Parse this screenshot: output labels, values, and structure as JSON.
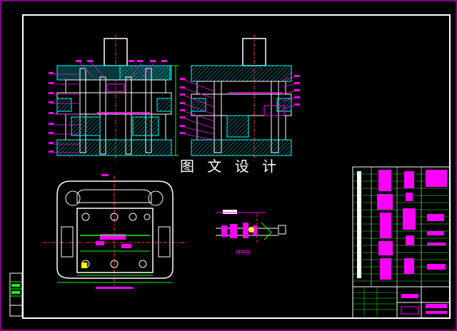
{
  "drawing": {
    "caption": "图 文 设 计",
    "part_view_label": "排样图",
    "colors": {
      "background": "#000000",
      "frame": "#ffffff",
      "outer_border": "#ff00ff",
      "mold_plates": "#00ffff",
      "dimension": "#00ff00",
      "highlight": "#ff00ff",
      "centerline": "#ff3333",
      "hatch": "#00cccc"
    },
    "icons": [
      "title-block",
      "bill-of-materials",
      "section-view",
      "plan-view",
      "strip-layout"
    ]
  }
}
